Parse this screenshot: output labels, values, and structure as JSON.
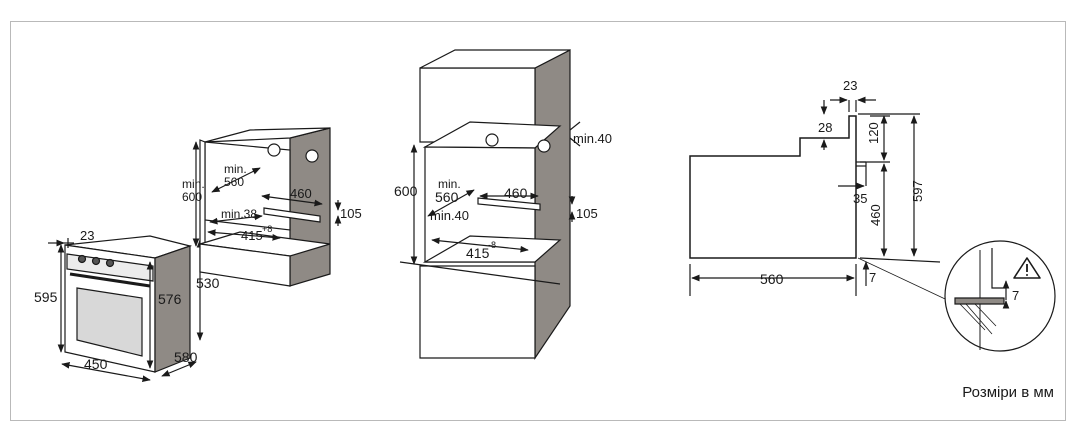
{
  "oven": {
    "d_23": "23",
    "d_595": "595",
    "d_576": "576",
    "d_530": "530",
    "d_450": "450",
    "d_580": "580"
  },
  "cabinet_under": {
    "min_label": "min.",
    "d_560": "560",
    "d_600": "600",
    "d_460": "460",
    "min38": "min.38",
    "d_105": "105",
    "d_415": "415",
    "tol": "+8"
  },
  "cabinet_column": {
    "min40_top": "min.40",
    "d_600": "600",
    "min_label": "min.",
    "d_560": "560",
    "d_460": "460",
    "min40": "min.40",
    "d_105": "105",
    "d_415": "415",
    "tol": "-8"
  },
  "side_view": {
    "d_23": "23",
    "d_28": "28",
    "d_120": "120",
    "d_35": "35",
    "d_460": "460",
    "d_597": "597",
    "d_560": "560",
    "d_7": "7",
    "detail_7": "7",
    "warning_icon": "warning-triangle-icon"
  },
  "caption": "Розміри в мм"
}
